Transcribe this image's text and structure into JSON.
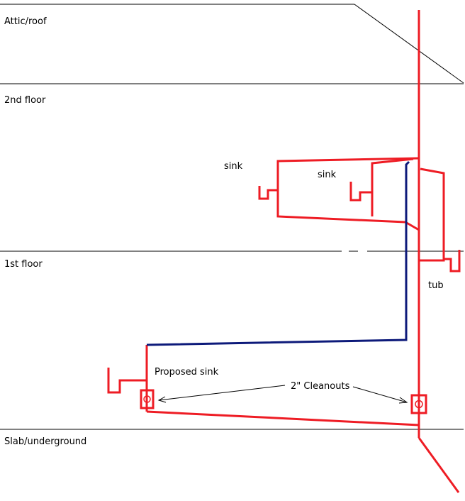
{
  "floors": {
    "attic": "Attic/roof",
    "second": "2nd floor",
    "first": "1st floor",
    "slab": "Slab/underground"
  },
  "fixtures": {
    "sink_left": "sink",
    "sink_right": "sink",
    "tub": "tub",
    "proposed_sink": "Proposed sink"
  },
  "annotations": {
    "cleanouts": "2\" Cleanouts"
  },
  "colors": {
    "drain": "#ee1c24",
    "vent": "#0d1a7a",
    "line": "#000000"
  }
}
